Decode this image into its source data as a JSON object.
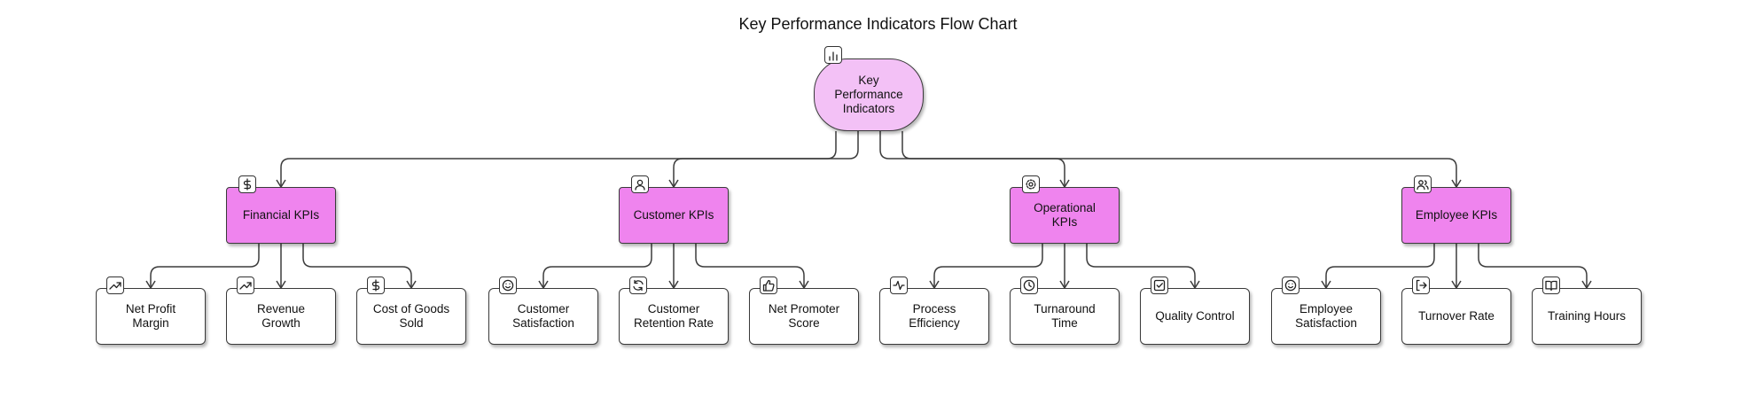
{
  "title": "Key Performance Indicators Flow Chart",
  "root": {
    "label": "Key\nPerformance\nIndicators",
    "icon": "bar-chart-icon"
  },
  "categories": [
    {
      "label": "Financial KPIs",
      "icon": "dollar-icon",
      "items": [
        {
          "label": "Net Profit\nMargin",
          "icon": "trending-up-icon"
        },
        {
          "label": "Revenue\nGrowth",
          "icon": "trending-up-icon"
        },
        {
          "label": "Cost of Goods\nSold",
          "icon": "dollar-icon"
        }
      ]
    },
    {
      "label": "Customer KPIs",
      "icon": "user-icon",
      "items": [
        {
          "label": "Customer\nSatisfaction",
          "icon": "smile-icon"
        },
        {
          "label": "Customer\nRetention Rate",
          "icon": "refresh-icon"
        },
        {
          "label": "Net Promoter\nScore",
          "icon": "thumbs-up-icon"
        }
      ]
    },
    {
      "label": "Operational\nKPIs",
      "icon": "gear-icon",
      "items": [
        {
          "label": "Process\nEfficiency",
          "icon": "activity-icon"
        },
        {
          "label": "Turnaround\nTime",
          "icon": "clock-icon"
        },
        {
          "label": "Quality Control",
          "icon": "check-square-icon"
        }
      ]
    },
    {
      "label": "Employee KPIs",
      "icon": "users-icon",
      "items": [
        {
          "label": "Employee\nSatisfaction",
          "icon": "smile-icon"
        },
        {
          "label": "Turnover Rate",
          "icon": "log-out-icon"
        },
        {
          "label": "Training Hours",
          "icon": "book-icon"
        }
      ]
    }
  ]
}
